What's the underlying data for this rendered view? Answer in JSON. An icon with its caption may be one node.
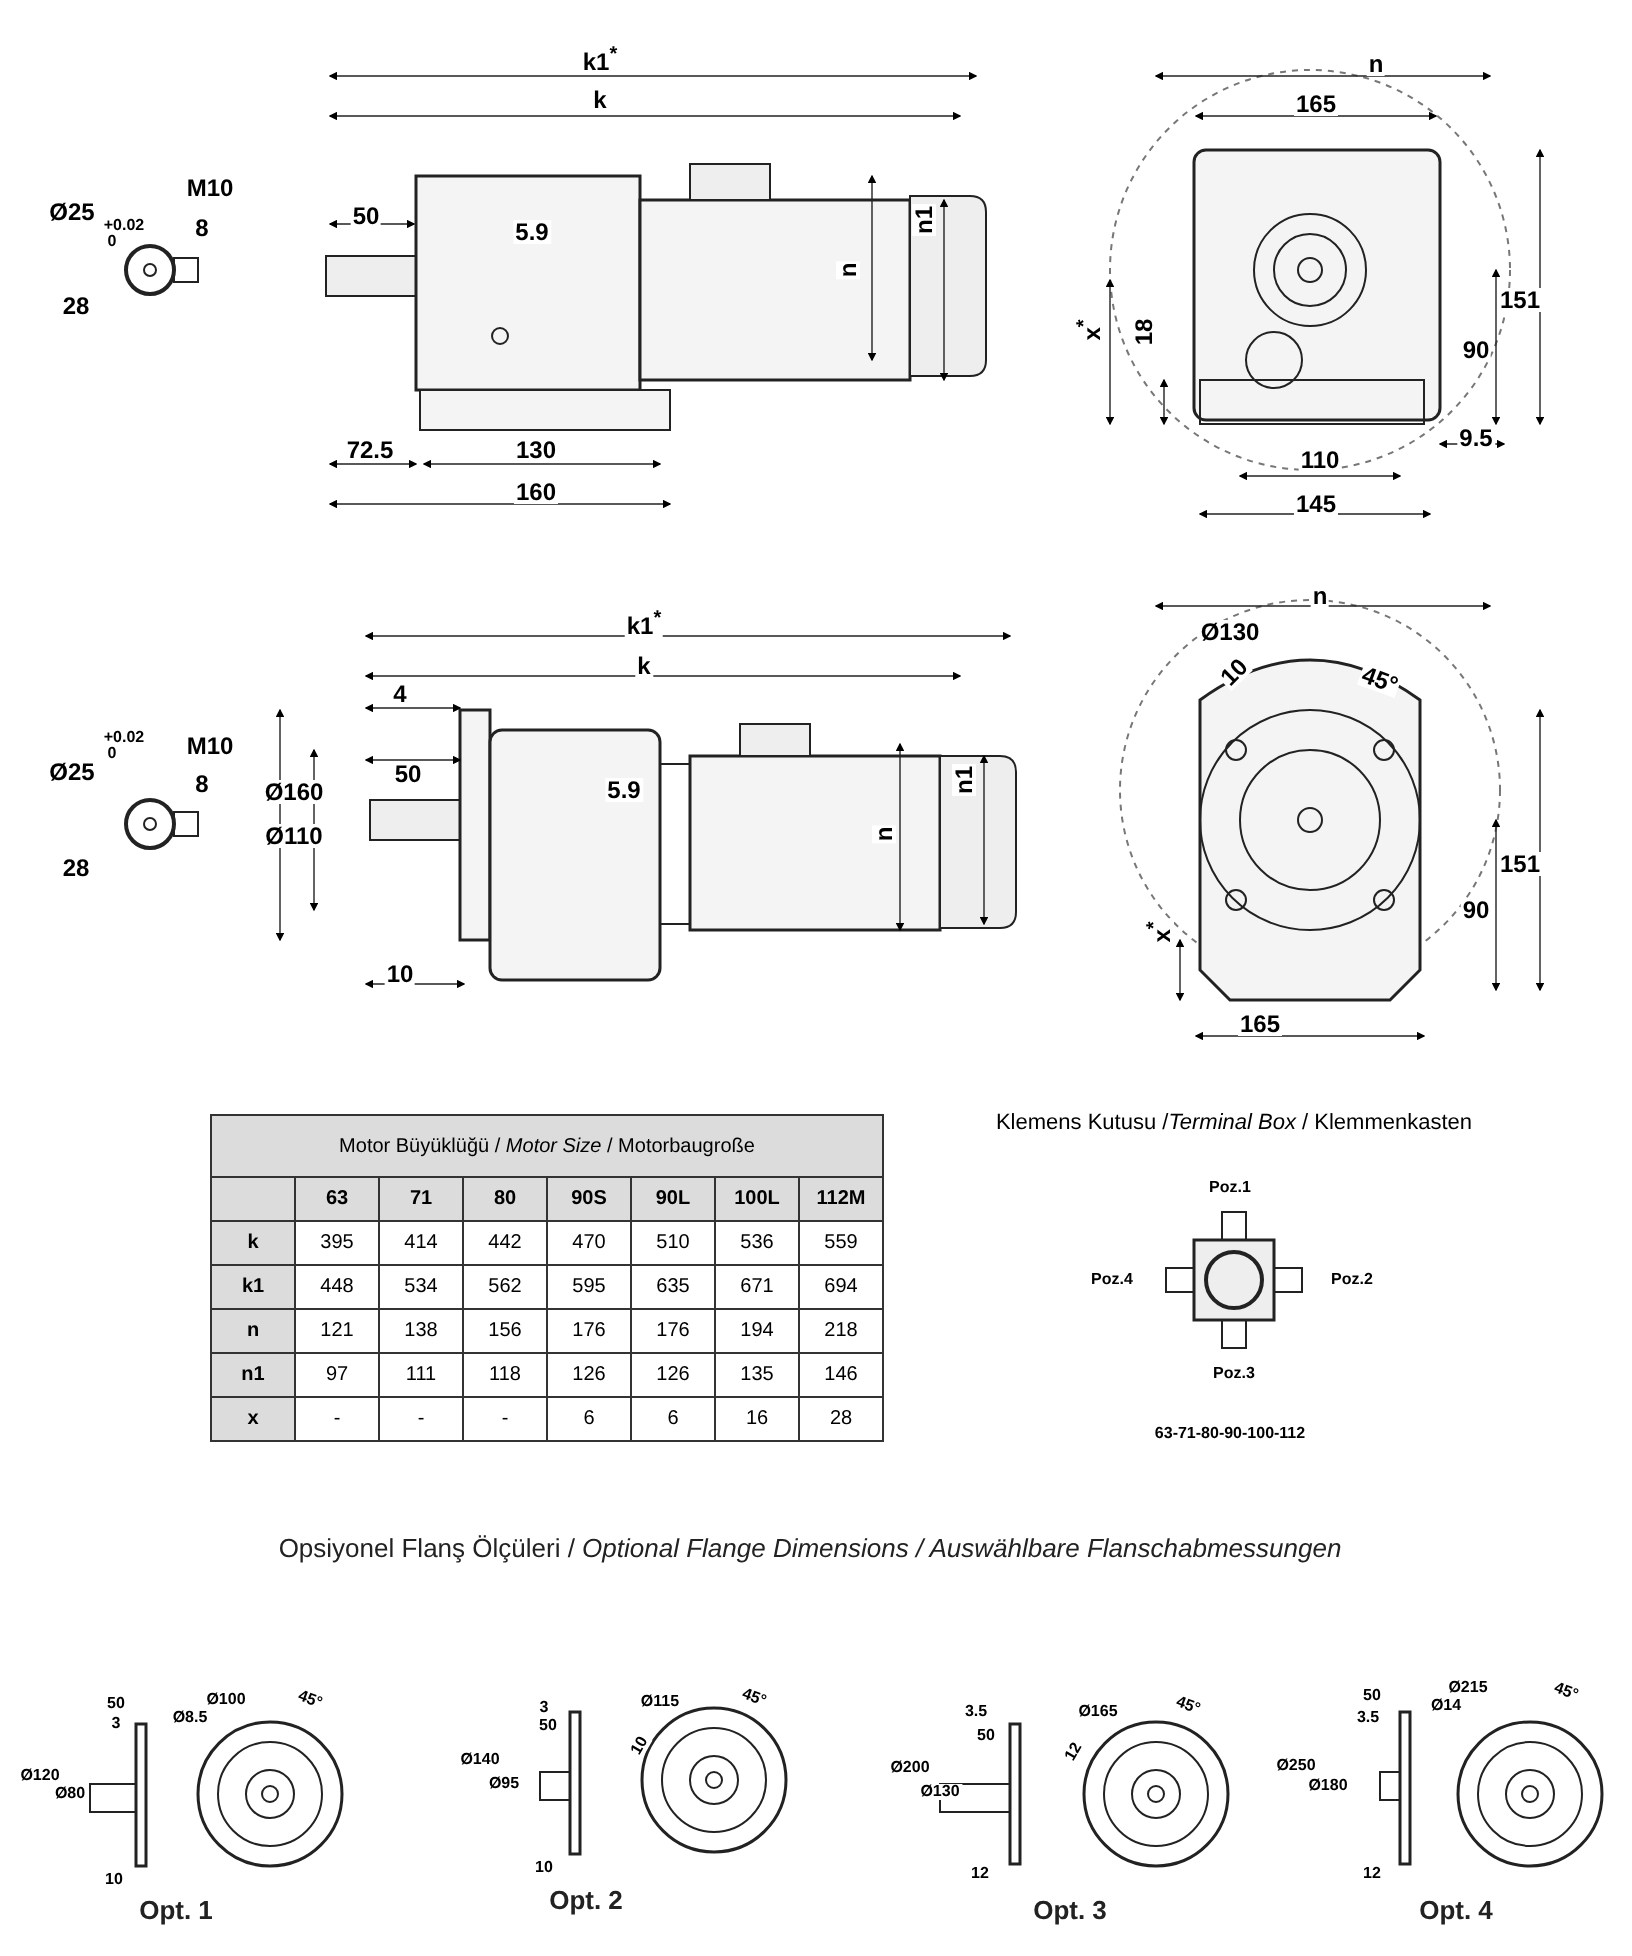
{
  "diagram": {
    "labels": [
      "k1$^{*}$",
      "n",
      "k",
      "165",
      "+0.02",
      "0",
      "M10",
      "Ø25",
      "8",
      "50",
      "n1",
      "5.9",
      "n",
      "151",
      "x$^{*}$",
      "18",
      "90",
      "28",
      "72.5",
      "130",
      "9.5",
      "110",
      "160",
      "145",
      "n",
      "k1$^{*}$",
      "Ø130",
      "k",
      "10",
      "45°",
      "4",
      "+0.02",
      "0",
      "M10",
      "Ø25",
      "8",
      "50",
      "n1",
      "Ø160",
      "5.9",
      "n",
      "Ø110",
      "28",
      "151",
      "90",
      "x$^{*}$",
      "10",
      "165",
      "Klemens Kutusu /*Terminal Box* / Klemmenkasten",
      "Motor Büyüklüğü / *Motor Size* / Motorbaugroße",
      "63",
      "71",
      "80",
      "90S",
      "90L",
      "100L",
      "112M",
      "k",
      "395",
      "414",
      "442",
      "470",
      "510",
      "536",
      "559",
      "k1",
      "448",
      "534",
      "562",
      "595",
      "635",
      "671",
      "694",
      "n",
      "121",
      "138",
      "156",
      "176",
      "176",
      "194",
      "218",
      "n1",
      "97",
      "111",
      "118",
      "126",
      "126",
      "135",
      "146",
      "x",
      "-",
      "-",
      "-",
      "6",
      "6",
      "16",
      "28",
      "Poz.1",
      "Poz.4",
      "Poz.2",
      "Poz.3",
      "63-71-80-90-100-112",
      "Opsiyonel Flanş Ölçüleri / *Optional Flange Dimensions / Auswählbare Flanschabmessungen*",
      "50",
      "Ø100",
      "Ø8.5",
      "45°",
      "3",
      "Ø120",
      "Ø80",
      "10",
      "Opt. 1",
      "3",
      "50",
      "Ø115",
      "45°",
      "Ø140",
      "10",
      "Ø95",
      "10",
      "Opt. 2",
      "3.5",
      "Ø165",
      "45°",
      "50",
      "12",
      "Ø200",
      "Ø130",
      "12",
      "Opt. 3",
      "50",
      "Ø215",
      "45°",
      "Ø14",
      "3.5",
      "Ø250",
      "Ø180",
      "12",
      "Opt. 4"
    ]
  }
}
